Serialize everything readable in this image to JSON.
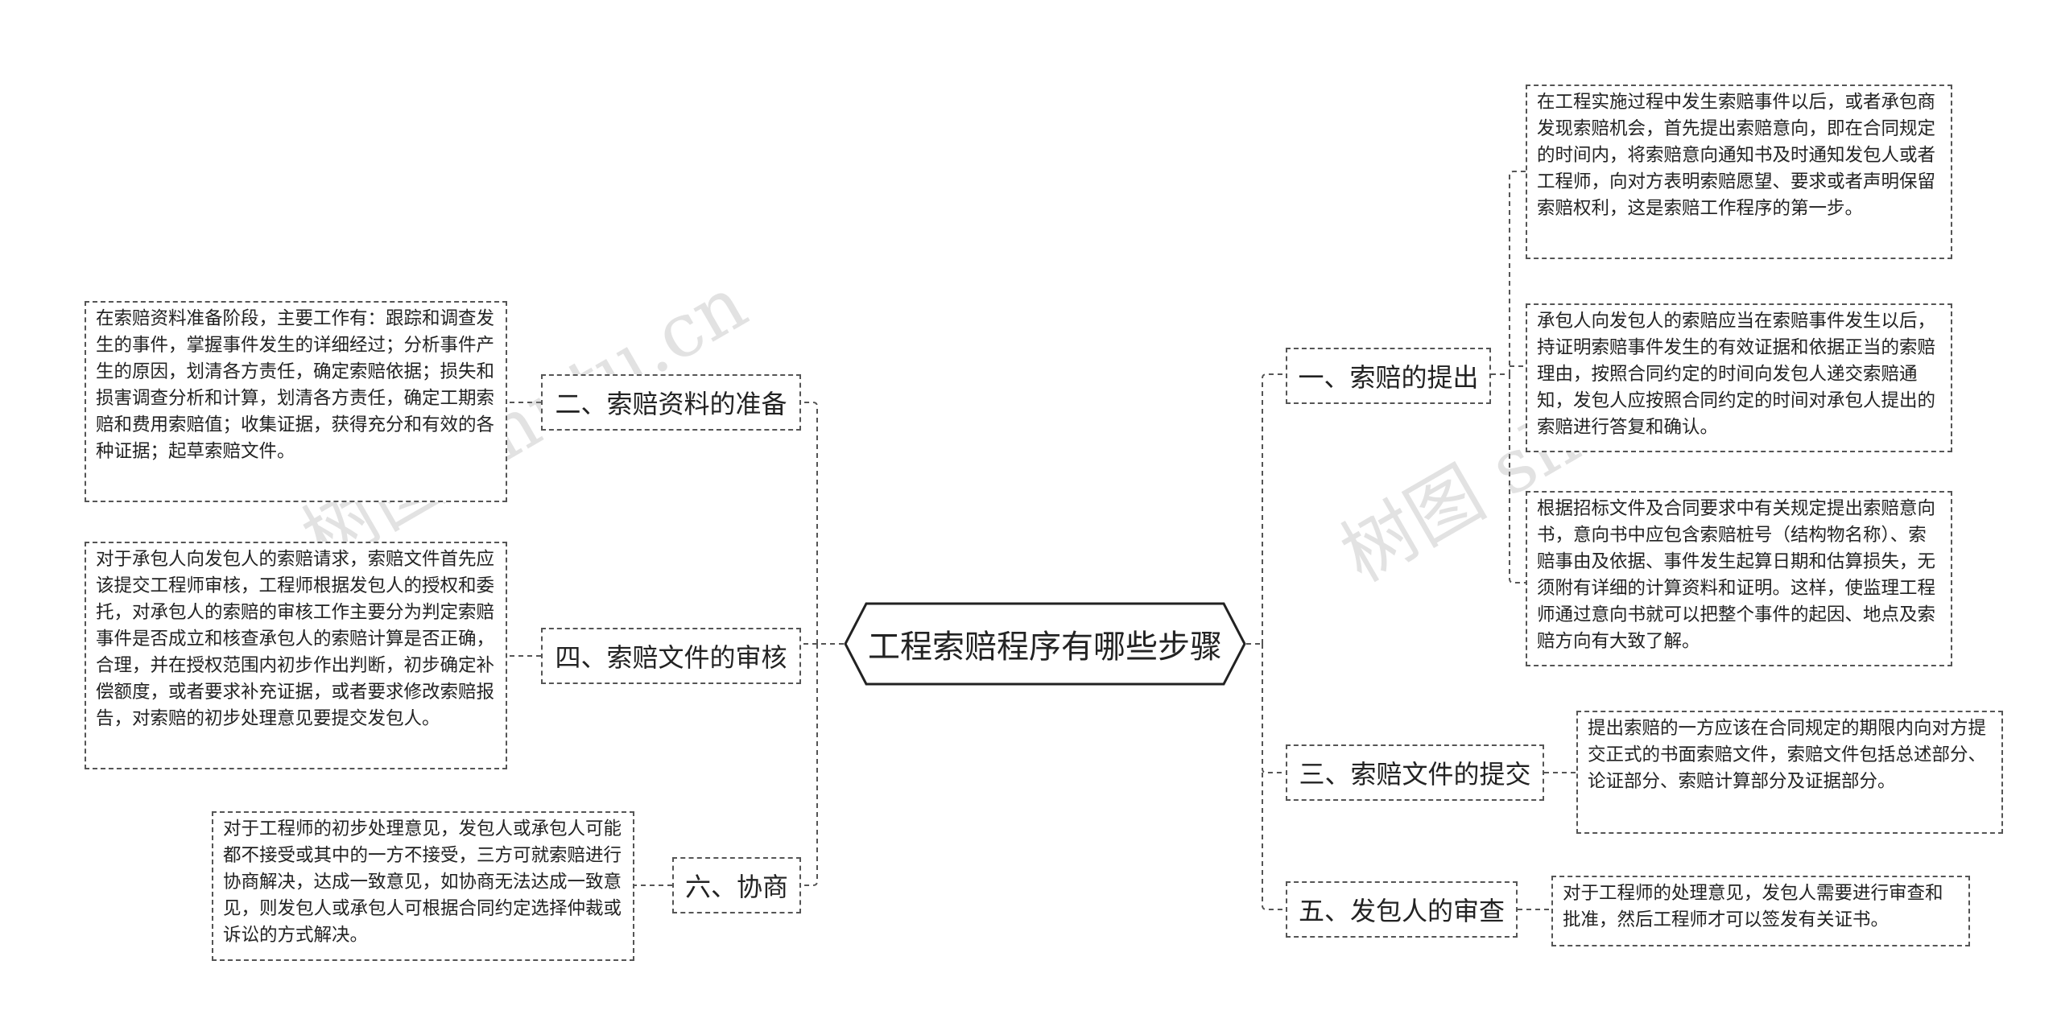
{
  "root": {
    "title": "工程索赔程序有哪些步骤"
  },
  "branches": {
    "b1": {
      "label": "一、索赔的提出"
    },
    "b2": {
      "label": "二、索赔资料的准备"
    },
    "b3": {
      "label": "三、索赔文件的提交"
    },
    "b4": {
      "label": "四、索赔文件的审核"
    },
    "b5": {
      "label": "五、发包人的审查"
    },
    "b6": {
      "label": "六、协商"
    }
  },
  "leaves": {
    "b1_1": "在工程实施过程中发生索赔事件以后，或者承包商发现索赔机会，首先提出索赔意向，即在合同规定的时间内，将索赔意向通知书及时通知发包人或者工程师，向对方表明索赔愿望、要求或者声明保留索赔权利，这是索赔工作程序的第一步。",
    "b1_2": "承包人向发包人的索赔应当在索赔事件发生以后，持证明索赔事件发生的有效证据和依据正当的索赔理由，按照合同约定的时间向发包人递交索赔通知，发包人应按照合同约定的时间对承包人提出的索赔进行答复和确认。",
    "b1_3": "根据招标文件及合同要求中有关规定提出索赔意向书，意向书中应包含索赔桩号（结构物名称）、索赔事由及依据、事件发生起算日期和估算损失，无须附有详细的计算资料和证明。这样，使监理工程师通过意向书就可以把整个事件的起因、地点及索赔方向有大致了解。",
    "b2_1": "在索赔资料准备阶段，主要工作有：跟踪和调查发生的事件，掌握事件发生的详细经过；分析事件产生的原因，划清各方责任，确定索赔依据；损失和损害调查分析和计算，划清各方责任，确定工期索赔和费用索赔值；收集证据，获得充分和有效的各种证据；起草索赔文件。",
    "b3_1": "提出索赔的一方应该在合同规定的期限内向对方提交正式的书面索赔文件，索赔文件包括总述部分、论证部分、索赔计算部分及证据部分。",
    "b4_1": "对于承包人向发包人的索赔请求，索赔文件首先应该提交工程师审核，工程师根据发包人的授权和委托，对承包人的索赔的审核工作主要分为判定索赔事件是否成立和核查承包人的索赔计算是否正确，合理，并在授权范围内初步作出判断，初步确定补偿额度，或者要求补充证据，或者要求修改索赔报告，对索赔的初步处理意见要提交发包人。",
    "b5_1": "对于工程师的处理意见，发包人需要进行审查和批准，然后工程师才可以签发有关证书。",
    "b6_1": "对于工程师的初步处理意见，发包人或承包人可能都不接受或其中的一方不接受，三方可就索赔进行协商解决，达成一致意见，如协商无法达成一致意见，则发包人或承包人可根据合同约定选择仲裁或诉讼的方式解决。"
  },
  "watermark": {
    "text": "树图 shutu.cn"
  },
  "colors": {
    "line": "#555555",
    "text": "#222222",
    "watermark": "#c8c8c8"
  }
}
